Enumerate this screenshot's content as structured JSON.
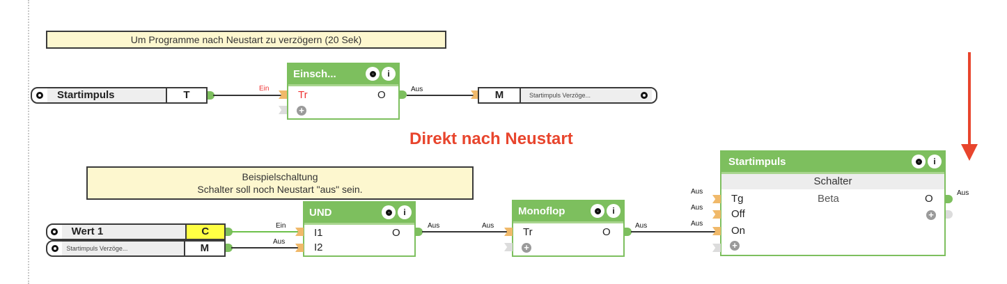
{
  "comments": {
    "top": "Um Programme nach Neustart zu verzögern (20 Sek)",
    "bottom_line1": "Beispielschaltung",
    "bottom_line2": "Schalter soll noch Neustart \"aus\" sein."
  },
  "heading": "Direkt nach Neustart",
  "connectors": {
    "startimpuls": {
      "name": "Startimpuls",
      "tag": "T"
    },
    "startimpuls_out": {
      "tag": "M",
      "name": "Startimpuls  Verzöge..."
    },
    "wert1": {
      "name": "Wert 1",
      "tag": "C"
    },
    "startimpuls_verz": {
      "name": "Startimpuls  Verzöge...",
      "tag": "M"
    }
  },
  "blocks": {
    "einsch": {
      "title": "Einsch...",
      "inputs": [
        "Tr"
      ],
      "outputs": [
        "O"
      ]
    },
    "und": {
      "title": "UND",
      "inputs": [
        "I1",
        "I2"
      ],
      "outputs": [
        "O"
      ]
    },
    "monoflop": {
      "title": "Monoflop",
      "inputs": [
        "Tr"
      ],
      "outputs": [
        "O"
      ]
    },
    "startimpuls": {
      "title": "Startimpuls",
      "subtitle": "Schalter",
      "body_label": "Beta",
      "inputs": [
        "Tg",
        "Off",
        "On"
      ],
      "outputs": [
        "O"
      ]
    }
  },
  "wire_labels": {
    "ein": "Ein",
    "aus": "Aus"
  },
  "colors": {
    "block_green": "#7dbf5e",
    "heading_red": "#e8452d",
    "comment_bg": "#fdf7cf",
    "port_orange": "#f0b96a",
    "value_yellow": "#ffff44"
  }
}
